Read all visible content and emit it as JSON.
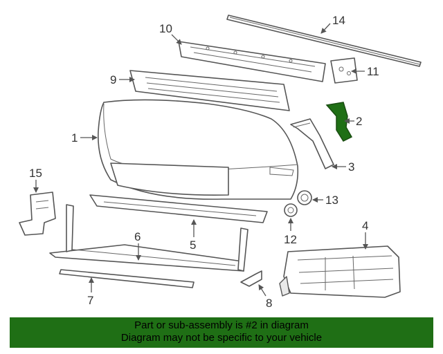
{
  "callouts": {
    "c1": "1",
    "c2": "2",
    "c3": "3",
    "c4": "4",
    "c5": "5",
    "c6": "6",
    "c7": "7",
    "c8": "8",
    "c9": "9",
    "c10": "10",
    "c11": "11",
    "c12": "12",
    "c13": "13",
    "c14": "14",
    "c15": "15"
  },
  "highlight": {
    "part_number": "2",
    "color": "#1f6f15"
  },
  "banner": {
    "line1": "Part or sub-assembly is #2 in diagram",
    "line2": "Diagram may not be specific to your vehicle",
    "background": "#1f6f15"
  }
}
